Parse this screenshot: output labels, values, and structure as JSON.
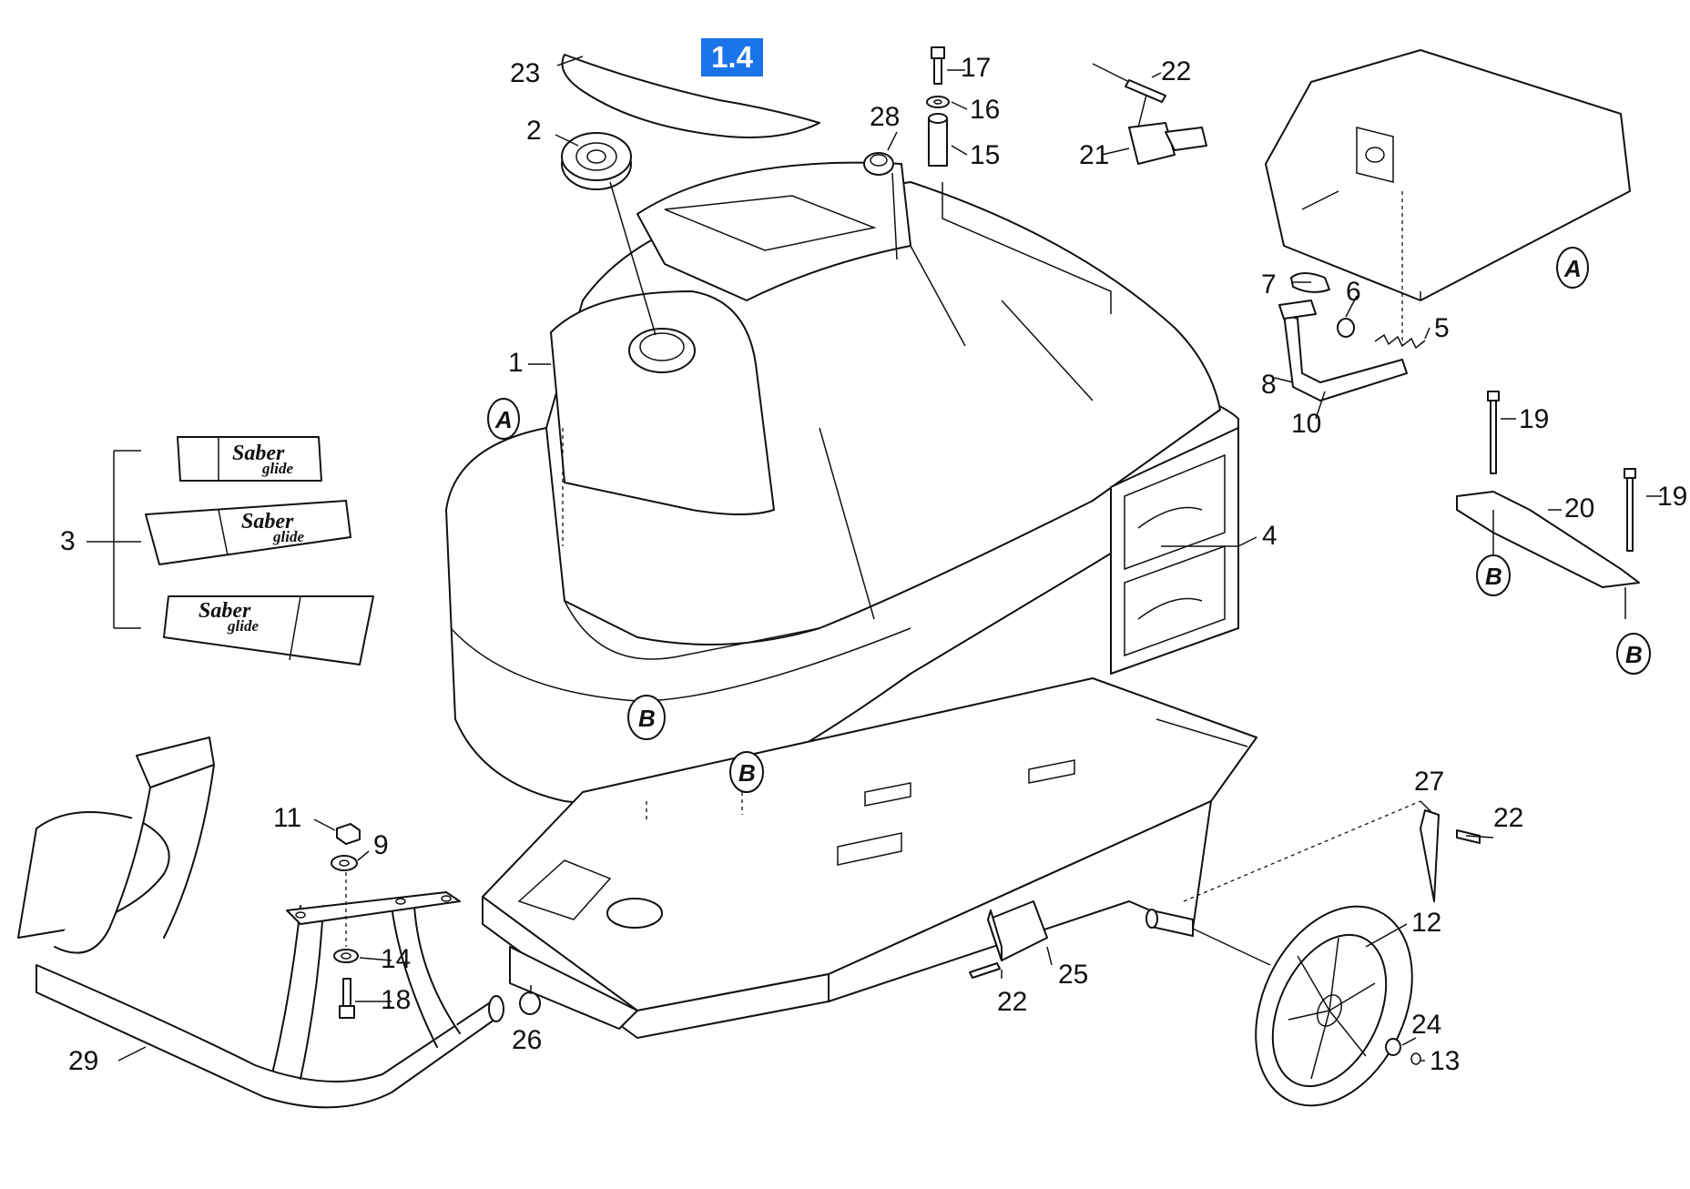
{
  "badge": {
    "label": "1.4",
    "color": "#1a73e8"
  },
  "callouts": {
    "n1": "1",
    "n2": "2",
    "n3": "3",
    "n4": "4",
    "n5": "5",
    "n6": "6",
    "n7": "7",
    "n8": "8",
    "n9": "9",
    "n10": "10",
    "n11": "11",
    "n12": "12",
    "n13": "13",
    "n14": "14",
    "n15": "15",
    "n16": "16",
    "n17": "17",
    "n18": "18",
    "n19a": "19",
    "n19b": "19",
    "n20": "20",
    "n21": "21",
    "n22a": "22",
    "n22b": "22",
    "n22c": "22",
    "n23": "23",
    "n24": "24",
    "n25": "25",
    "n26": "26",
    "n27": "27",
    "n28": "28",
    "n29": "29"
  },
  "references": {
    "a1": "A",
    "a2": "A",
    "b1": "B",
    "b2": "B",
    "b3": "B",
    "b4": "B"
  },
  "decals": {
    "brand_line1": "Saber",
    "brand_line2": "glide"
  }
}
